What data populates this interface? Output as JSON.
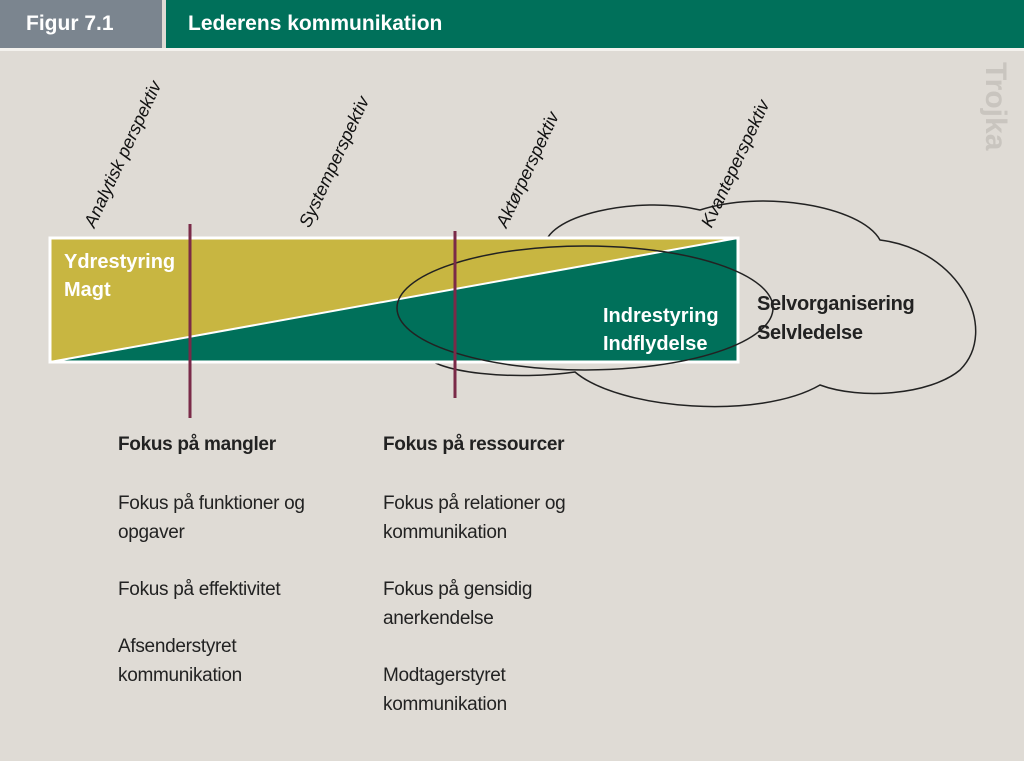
{
  "header": {
    "figure_label": "Figur 7.1",
    "title": "Lederens kommunikation"
  },
  "watermark": "Trojka",
  "perspectives": [
    "Analytisk perspektiv",
    "Systemperspektiv",
    "Aktørperspektiv",
    "Kvanteperspektiv"
  ],
  "bar": {
    "upper": [
      "Ydrestyring",
      "Magt"
    ],
    "lower": [
      "Indrestyring",
      "Indflydelse"
    ],
    "cloud": [
      "Selvorganisering",
      "Selvledelse"
    ]
  },
  "colors": {
    "yellow": "#c8b641",
    "green": "#00705a",
    "marker": "#7a2a48"
  },
  "left_column": {
    "heading": "Fokus på mangler",
    "items": [
      "Fokus på funktioner og opgaver",
      "Fokus på effektivitet",
      "Afsenderstyret kommunikation"
    ]
  },
  "right_column": {
    "heading": "Fokus på ressourcer",
    "items": [
      "Fokus på relationer og kommunikation",
      "Fokus på gensidig anerkendelse",
      "Modtagerstyret kommunikation"
    ]
  }
}
